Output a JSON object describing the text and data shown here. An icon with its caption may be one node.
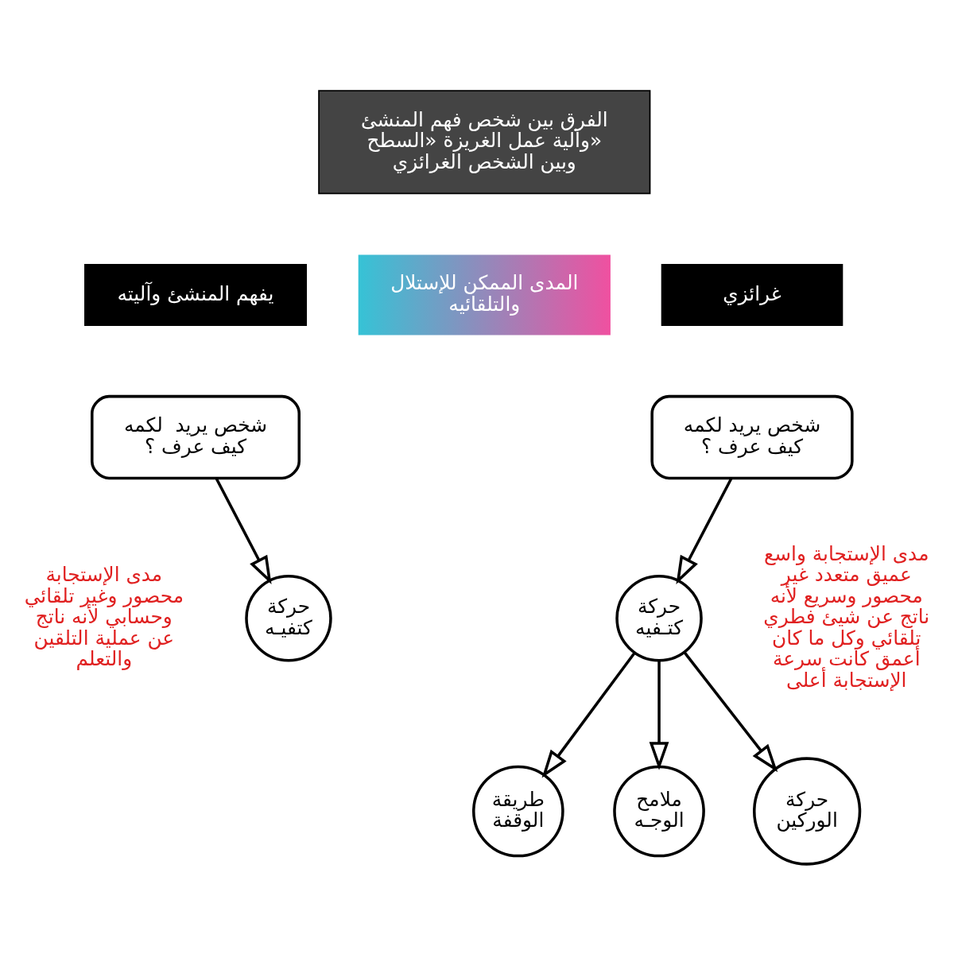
{
  "diagram": {
    "nodes": [
      {
        "text": [
          "الفرق بين شخص فهم المنشئ وآلية عمل الغريزة «السطح» وبين الشخص الغرائزي"
        ]
      },
      {
        "text": [
          "يفهم المنشئ وآليته"
        ]
      },
      {
        "text": [
          "المدى الممكن للإستلال والتلقائيه"
        ]
      },
      {
        "text": [
          "غرائزي"
        ]
      },
      {
        "text": [
          "شخص يريد  لكمه كيف عرف ؟"
        ]
      },
      {
        "text": [
          "شخص يريد لكمه كيف عرف ؟"
        ]
      },
      {
        "text": [
          "حركة كتفيـه"
        ]
      },
      {
        "text": [
          "حركة كتـفيه"
        ]
      },
      {
        "text": [
          "طريقة الوقفة"
        ]
      },
      {
        "text": [
          "ملامح الوجـه"
        ]
      },
      {
        "text": [
          "حركة الوركين"
        ]
      }
    ],
    "edges": [
      {
        "from": 4,
        "to": 6,
        "arrow": "to"
      },
      {
        "from": 5,
        "to": 7,
        "arrow": "to"
      },
      {
        "from": 7,
        "to": 8,
        "arrow": "to"
      },
      {
        "from": 7,
        "to": 9,
        "arrow": "to"
      },
      {
        "from": 7,
        "to": 10,
        "arrow": "to"
      }
    ],
    "labels": [
      "مدى الإستجابة محصور وغير تلقائي وحسابي لأنه ناتج عن عملية التلقين والتعلم",
      "مدى الإستجابة واسع عميق متعدد غير محصور وسريع لأنه ناتج عن شيئ فطري تلقائي وكل ما كان أعمق كانت سرعة الإستجابة أعلى"
    ]
  }
}
